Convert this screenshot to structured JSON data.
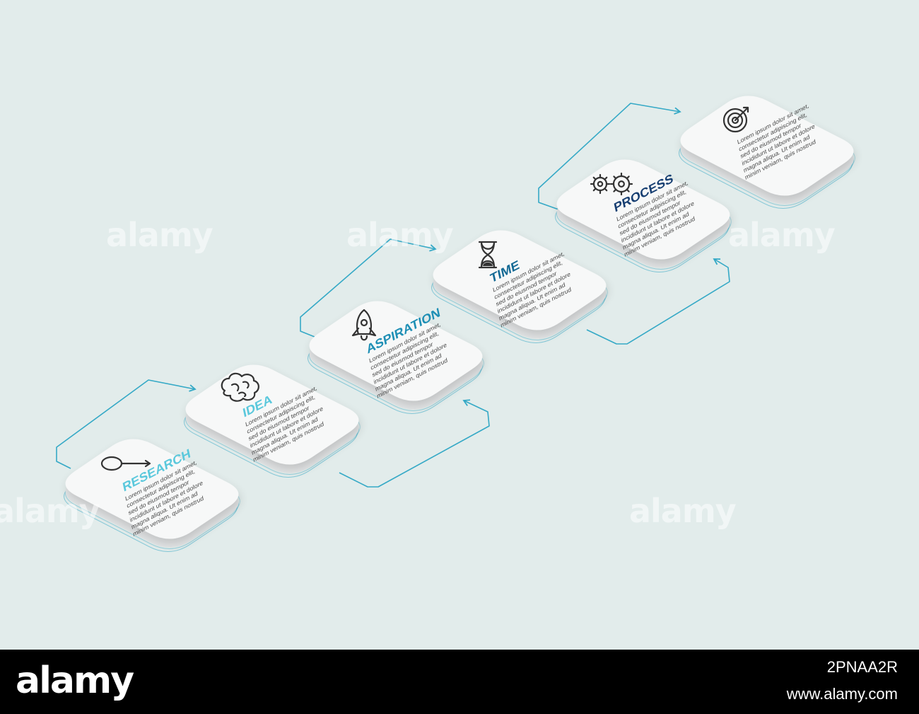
{
  "steps": [
    {
      "title": "RESEARCH",
      "title_color": "#5ac8dc",
      "icon": "magnifier-icon",
      "body": [
        "Lorem ipsum dolor sit amet,",
        "consectetur adipiscing elit,",
        "sed do eiusmod tempor",
        "incididunt ut labore et dolore",
        "magna aliqua. Ut enim ad",
        "minim veniam, quis nostrud"
      ]
    },
    {
      "title": "IDEA",
      "title_color": "#5ac8dc",
      "icon": "brain-icon",
      "body": [
        "Lorem ipsum dolor sit amet,",
        "consectetur adipiscing elit,",
        "sed do eiusmod tempor",
        "incididunt ut labore et dolore",
        "magna aliqua. Ut enim ad",
        "minim veniam, quis nostrud"
      ]
    },
    {
      "title": "ASPIRATION",
      "title_color": "#1e8fb5",
      "icon": "rocket-icon",
      "body": [
        "Lorem ipsum dolor sit amet,",
        "consectetur adipiscing elit,",
        "sed do eiusmod tempor",
        "incididunt ut labore et dolore",
        "magna aliqua. Ut enim ad",
        "minim veniam, quis nostrud"
      ]
    },
    {
      "title": "TIME",
      "title_color": "#146a95",
      "icon": "hourglass-icon",
      "body": [
        "Lorem ipsum dolor sit amet,",
        "consectetur adipiscing elit,",
        "sed do eiusmod tempor",
        "incididunt ut labore et dolore",
        "magna aliqua. Ut enim ad",
        "minim veniam, quis nostrud"
      ]
    },
    {
      "title": "PROCESS",
      "title_color": "#173f72",
      "icon": "gears-icon",
      "body": [
        "Lorem ipsum dolor sit amet,",
        "consectetur adipiscing elit,",
        "sed do eiusmod tempor",
        "incididunt ut labore et dolore",
        "magna aliqua. Ut enim ad",
        "minim veniam, quis nostrud"
      ]
    },
    {
      "title": "",
      "title_color": "#173f72",
      "icon": "target-icon",
      "body": [
        "Lorem ipsum dolor sit amet,",
        "consectetur adipiscing elit,",
        "sed do eiusmod tempor",
        "incididunt ut labore et dolore",
        "magna aliqua. Ut enim ad",
        "minim veniam, quis nostrud"
      ]
    }
  ],
  "colors": {
    "background": "#e2eceb",
    "connector": "#35a9c6",
    "card_top": "#f7f8f8",
    "card_side": "#e4e6e7",
    "text": "#4a4a4a",
    "icon": "#333333"
  },
  "watermark": "alamy",
  "footer": {
    "logo": "alamy",
    "image_id": "2PNAA2R",
    "url": "www.alamy.com"
  }
}
